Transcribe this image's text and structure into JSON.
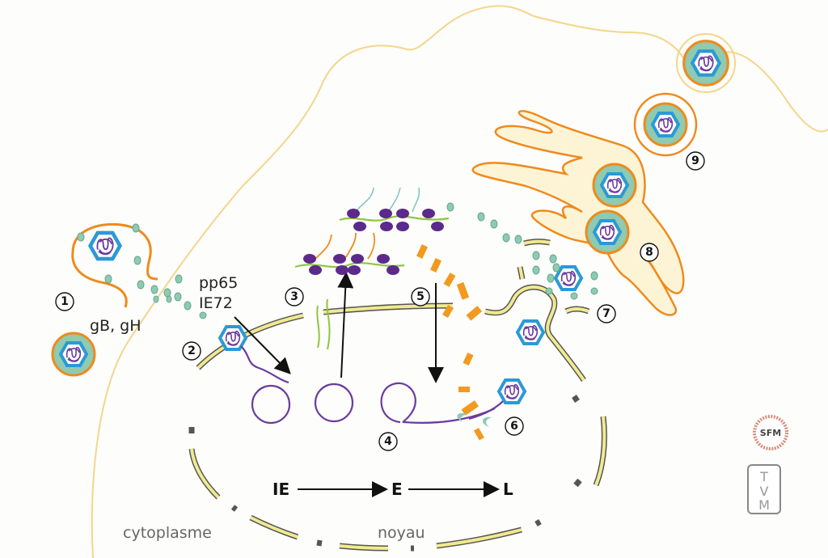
{
  "title": "Cycle de réplication du cytomégalovirus",
  "labels": {
    "glycoproteins": "gB, gH",
    "tegument_protein_1": "pp65",
    "tegument_protein_2": "IE72",
    "cytoplasm": "cytoplasme",
    "nucleus": "noyau"
  },
  "gene_cascade": {
    "stages": [
      "IE",
      "E",
      "L"
    ]
  },
  "steps": [
    "1",
    "2",
    "3",
    "4",
    "5",
    "6",
    "7",
    "8",
    "9"
  ],
  "logos": {
    "sfm": "SFM",
    "tvm": [
      "T",
      "V",
      "M"
    ]
  },
  "colors": {
    "cell_membrane": "#f4d58c",
    "envelope": "#ef8a1c",
    "capsid": "#2a9ad6",
    "tegument": "#8fcab1",
    "dna": "#6a3b9e",
    "nuclear_envelope": "#f1ea8f",
    "ribosome": "#5b2a8c",
    "mrna_green": "#8dc63f"
  }
}
